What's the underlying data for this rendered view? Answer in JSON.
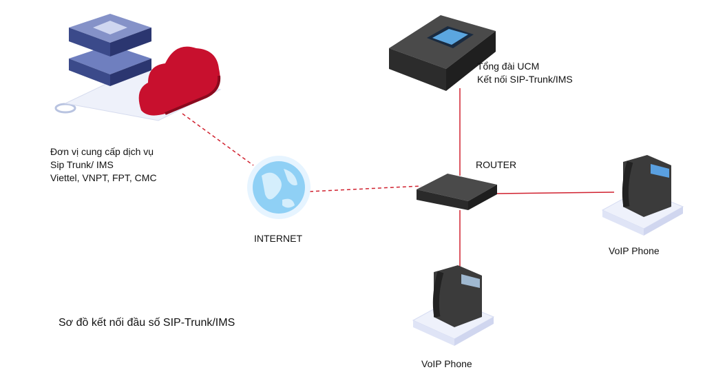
{
  "provider": {
    "line1": "Đơn vị cung cấp dịch vụ",
    "line2": "Sip Trunk/ IMS",
    "line3": "Viettel, VNPT, FPT, CMC"
  },
  "ucm": {
    "line1": "Tổng đài UCM",
    "line2": "Kết nối SIP-Trunk/IMS"
  },
  "router_label": "ROUTER",
  "internet_label": "INTERNET",
  "phone_right_label": "VoIP Phone",
  "phone_bottom_label": "VoIP Phone",
  "caption": "Sơ đồ kết nối đầu số SIP-Trunk/IMS",
  "colors": {
    "link": "#d0202e",
    "cloud": "#c8102e",
    "device": "#3a3a3a"
  }
}
